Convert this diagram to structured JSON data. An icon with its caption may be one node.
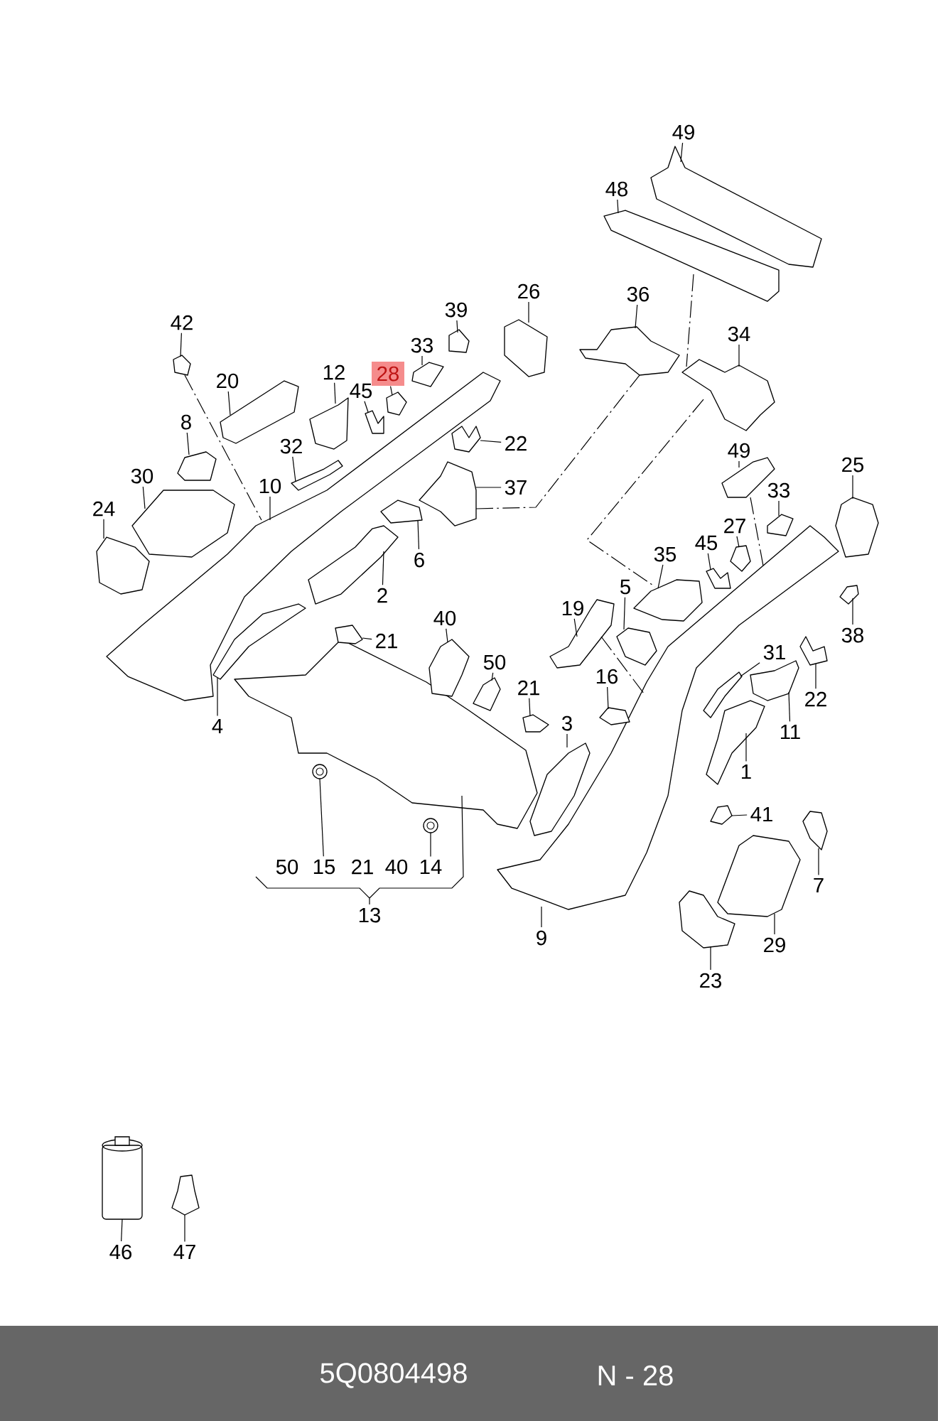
{
  "diagram": {
    "nodes": [
      {
        "text": [
          "49"
        ]
      },
      {
        "text": [],
        "shape": "picture"
      },
      {
        "text": [
          "48"
        ]
      },
      {
        "text": [],
        "shape": "picture"
      },
      {
        "text": [
          "26"
        ]
      },
      {
        "text": [],
        "shape": "picture"
      },
      {
        "text": [
          "36"
        ]
      },
      {
        "text": [],
        "shape": "picture"
      },
      {
        "text": [
          "39"
        ]
      },
      {
        "text": [],
        "shape": "picture"
      },
      {
        "text": [
          "33"
        ]
      },
      {
        "text": [],
        "shape": "picture"
      },
      {
        "text": [
          "42"
        ]
      },
      {
        "text": [],
        "shape": "picture"
      },
      {
        "text": [
          "20"
        ]
      },
      {
        "text": [],
        "shape": "picture"
      },
      {
        "text": [
          "12"
        ]
      },
      {
        "text": [],
        "shape": "picture"
      },
      {
        "text": [
          "28"
        ]
      },
      {
        "text": [],
        "shape": "picture"
      },
      {
        "text": [
          "45"
        ]
      },
      {
        "text": [],
        "shape": "picture"
      },
      {
        "text": [
          "34"
        ]
      },
      {
        "text": [],
        "shape": "picture"
      },
      {
        "text": [
          "22"
        ]
      },
      {
        "text": [],
        "shape": "picture"
      },
      {
        "text": [
          "8"
        ]
      },
      {
        "text": [],
        "shape": "picture"
      },
      {
        "text": [
          "32"
        ]
      },
      {
        "text": [],
        "shape": "picture"
      },
      {
        "text": [
          "30"
        ]
      },
      {
        "text": [],
        "shape": "picture"
      },
      {
        "text": [
          "10"
        ]
      },
      {
        "text": [],
        "shape": "picture"
      },
      {
        "text": [
          "37"
        ]
      },
      {
        "text": [],
        "shape": "picture"
      },
      {
        "text": [
          "24"
        ]
      },
      {
        "text": [],
        "shape": "picture"
      },
      {
        "text": [
          "6"
        ]
      },
      {
        "text": [],
        "shape": "picture"
      },
      {
        "text": [
          "2"
        ]
      },
      {
        "text": [],
        "shape": "picture"
      },
      {
        "text": [
          "49"
        ]
      },
      {
        "text": [],
        "shape": "picture"
      },
      {
        "text": [
          "25"
        ]
      },
      {
        "text": [],
        "shape": "picture"
      },
      {
        "text": [
          "33"
        ]
      },
      {
        "text": [],
        "shape": "picture"
      },
      {
        "text": [
          "27"
        ]
      },
      {
        "text": [],
        "shape": "picture"
      },
      {
        "text": [
          "45"
        ]
      },
      {
        "text": [],
        "shape": "picture"
      },
      {
        "text": [
          "35"
        ]
      },
      {
        "text": [],
        "shape": "picture"
      },
      {
        "text": [
          "5"
        ]
      },
      {
        "text": [],
        "shape": "picture"
      },
      {
        "text": [
          "38"
        ]
      },
      {
        "text": [],
        "shape": "picture"
      },
      {
        "text": [
          "19"
        ]
      },
      {
        "text": [],
        "shape": "picture"
      },
      {
        "text": [
          "40"
        ]
      },
      {
        "text": [],
        "shape": "picture"
      },
      {
        "text": [
          "21"
        ]
      },
      {
        "text": [],
        "shape": "picture"
      },
      {
        "text": [
          "31"
        ]
      },
      {
        "text": [],
        "shape": "picture"
      },
      {
        "text": [
          "22"
        ]
      },
      {
        "text": [],
        "shape": "picture"
      },
      {
        "text": [
          "50"
        ]
      },
      {
        "text": [],
        "shape": "picture"
      },
      {
        "text": [
          "21"
        ]
      },
      {
        "text": [],
        "shape": "picture"
      },
      {
        "text": [
          "16"
        ]
      },
      {
        "text": [],
        "shape": "picture"
      },
      {
        "text": [
          "11"
        ]
      },
      {
        "text": [],
        "shape": "picture"
      },
      {
        "text": [
          "3"
        ]
      },
      {
        "text": [],
        "shape": "picture"
      },
      {
        "text": [
          "1"
        ]
      },
      {
        "text": [],
        "shape": "picture"
      },
      {
        "text": [
          "4"
        ]
      },
      {
        "text": [],
        "shape": "picture"
      },
      {
        "text": [
          "41"
        ]
      },
      {
        "text": [],
        "shape": "picture"
      },
      {
        "text": [
          "7"
        ]
      },
      {
        "text": [],
        "shape": "picture"
      },
      {
        "text": [
          "15"
        ]
      },
      {
        "text": [],
        "shape": "circle"
      },
      {
        "text": [
          "14"
        ]
      },
      {
        "text": [],
        "shape": "circle"
      },
      {
        "text": [
          "13"
        ]
      },
      {
        "text": [],
        "shape": "picture"
      },
      {
        "text": [
          "9"
        ]
      },
      {
        "text": [],
        "shape": "picture"
      },
      {
        "text": [
          "29"
        ]
      },
      {
        "text": [],
        "shape": "picture"
      },
      {
        "text": [
          "23"
        ]
      },
      {
        "text": [],
        "shape": "picture"
      },
      {
        "text": [
          "46"
        ]
      },
      {
        "text": [],
        "shape": "cylinder"
      },
      {
        "text": [
          "47"
        ]
      },
      {
        "text": [],
        "shape": "picture"
      }
    ],
    "edges": [
      {
        "from": 0,
        "to": 1,
        "arrow": "none"
      },
      {
        "from": 2,
        "to": 3,
        "arrow": "none"
      },
      {
        "from": 4,
        "to": 5,
        "arrow": "none"
      },
      {
        "from": 6,
        "to": 7,
        "arrow": "none"
      },
      {
        "from": 8,
        "to": 9,
        "arrow": "none"
      },
      {
        "from": 10,
        "to": 11,
        "arrow": "none"
      },
      {
        "from": 12,
        "to": 13,
        "arrow": "none"
      },
      {
        "from": 14,
        "to": 15,
        "arrow": "none"
      },
      {
        "from": 16,
        "to": 17,
        "arrow": "none"
      },
      {
        "from": 18,
        "to": 19,
        "arrow": "none"
      },
      {
        "from": 20,
        "to": 21,
        "arrow": "none"
      },
      {
        "from": 22,
        "to": 23,
        "arrow": "none"
      },
      {
        "from": 24,
        "to": 25,
        "arrow": "none"
      },
      {
        "from": 26,
        "to": 27,
        "arrow": "none"
      },
      {
        "from": 28,
        "to": 29,
        "arrow": "none"
      },
      {
        "from": 30,
        "to": 31,
        "arrow": "none"
      },
      {
        "from": 32,
        "to": 33,
        "arrow": "none"
      },
      {
        "from": 34,
        "to": 35,
        "arrow": "none"
      },
      {
        "from": 36,
        "to": 37,
        "arrow": "none"
      },
      {
        "from": 38,
        "to": 39,
        "arrow": "none"
      },
      {
        "from": 40,
        "to": 41,
        "arrow": "none"
      },
      {
        "from": 42,
        "to": 43,
        "arrow": "none"
      },
      {
        "from": 44,
        "to": 45,
        "arrow": "none"
      },
      {
        "from": 46,
        "to": 47,
        "arrow": "none"
      },
      {
        "from": 48,
        "to": 49,
        "arrow": "none"
      },
      {
        "from": 50,
        "to": 51,
        "arrow": "none"
      },
      {
        "from": 52,
        "to": 53,
        "arrow": "none"
      },
      {
        "from": 54,
        "to": 55,
        "arrow": "none"
      },
      {
        "from": 56,
        "to": 57,
        "arrow": "none"
      },
      {
        "from": 58,
        "to": 59,
        "arrow": "none"
      },
      {
        "from": 60,
        "to": 61,
        "arrow": "none"
      },
      {
        "from": 62,
        "to": 63,
        "arrow": "none"
      },
      {
        "from": 64,
        "to": 65,
        "arrow": "none"
      },
      {
        "from": 66,
        "to": 67,
        "arrow": "none"
      },
      {
        "from": 68,
        "to": 69,
        "arrow": "none"
      },
      {
        "from": 70,
        "to": 71,
        "arrow": "none"
      },
      {
        "from": 72,
        "to": 73,
        "arrow": "none"
      },
      {
        "from": 74,
        "to": 75,
        "arrow": "none"
      },
      {
        "from": 76,
        "to": 77,
        "arrow": "none"
      },
      {
        "from": 78,
        "to": 79,
        "arrow": "none"
      },
      {
        "from": 80,
        "to": 81,
        "arrow": "none"
      },
      {
        "from": 82,
        "to": 83,
        "arrow": "none"
      },
      {
        "from": 84,
        "to": 85,
        "arrow": "none"
      },
      {
        "from": 86,
        "to": 87,
        "arrow": "none"
      },
      {
        "from": 88,
        "to": 89,
        "arrow": "none"
      },
      {
        "from": 90,
        "to": 91,
        "arrow": "none"
      },
      {
        "from": 92,
        "to": 93,
        "arrow": "none"
      },
      {
        "from": 94,
        "to": 95,
        "arrow": "none"
      },
      {
        "from": 96,
        "to": 97,
        "arrow": "none"
      },
      {
        "from": 98,
        "to": 99,
        "arrow": "none"
      },
      {
        "from": 100,
        "to": 101,
        "arrow": "none"
      },
      {
        "from": 13,
        "to": 33,
        "arrow": "none",
        "style": "dashed"
      },
      {
        "from": 35,
        "to": 7,
        "arrow": "none",
        "style": "dashed"
      },
      {
        "from": 3,
        "to": 23,
        "arrow": "none",
        "style": "dashed"
      },
      {
        "from": 23,
        "to": 53,
        "arrow": "none",
        "style": "dashed"
      },
      {
        "from": 43,
        "to": 93,
        "arrow": "none",
        "style": "dashed"
      },
      {
        "from": 59,
        "to": 93,
        "arrow": "none",
        "style": "dashed"
      }
    ],
    "labels": [
      "50",
      "21",
      "40",
      "5Q0804498",
      "N - 28"
    ]
  }
}
